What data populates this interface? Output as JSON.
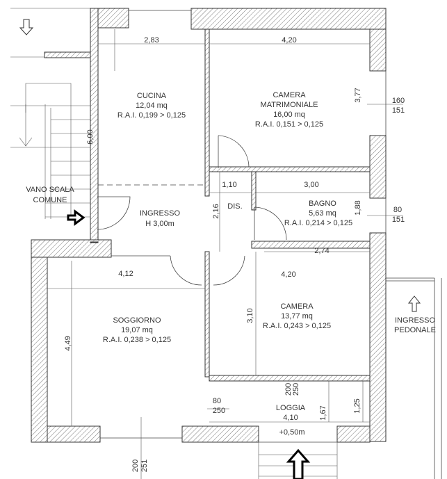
{
  "rooms": {
    "cucina": {
      "name": "CUCINA",
      "area": "12,04 mq",
      "rai": "R.A.I. 0,199 > 0,125"
    },
    "matrimoniale": {
      "name1": "CAMERA",
      "name2": "MATRIMONIALE",
      "area": "16,00 mq",
      "rai": "R.A.I. 0,151 > 0,125"
    },
    "bagno": {
      "name": "BAGNO",
      "area": "5,63 mq",
      "rai": "R.A.I. 0,214 > 0,125"
    },
    "ingresso": {
      "name": "INGRESSO",
      "height": "H 3,00m"
    },
    "dis": {
      "name": "DIS."
    },
    "soggiorno": {
      "name": "SOGGIORNO",
      "area": "19,07 mq",
      "rai": "R.A.I. 0,238 > 0,125"
    },
    "camera": {
      "name": "CAMERA",
      "area": "13,77 mq",
      "rai": "R.A.I. 0,243 > 0,125"
    },
    "loggia": {
      "name": "LOGGIA",
      "width": "4,10",
      "level": "+0,50m"
    }
  },
  "labels": {
    "vano_scala_1": "VANO SCALA",
    "vano_scala_2": "COMUNE",
    "ingresso_pedonale_1": "INGRESSO",
    "ingresso_pedonale_2": "PEDONALE"
  },
  "dimensions": {
    "cucina_w": "2,83",
    "matrimoniale_w": "4,20",
    "cucina_h": "6,00",
    "matrimoniale_h": "3,77",
    "win_mat_a": "160",
    "win_mat_b": "151",
    "dis_w": "1,10",
    "bagno_w": "3,00",
    "dis_h": "2,16",
    "bagno_h": "1,88",
    "win_bagno_a": "80",
    "win_bagno_b": "151",
    "camera_top": "2,74",
    "camera_w": "4,20",
    "camera_h": "3,10",
    "soggiorno_w": "4,12",
    "soggiorno_h": "4,49",
    "win_cam_a": "200",
    "win_cam_b": "250",
    "win_loggia_a": "80",
    "win_loggia_b": "250",
    "loggia_h1": "1,67",
    "loggia_h2": "1,25",
    "win_sog_a": "200",
    "win_sog_b": "251"
  }
}
